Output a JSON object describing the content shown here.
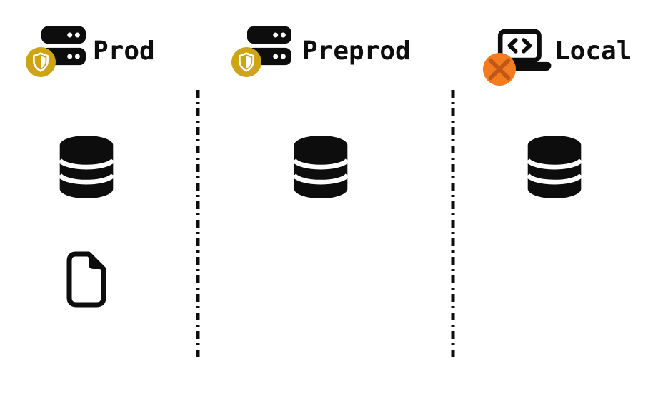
{
  "diagram": {
    "title": "environment-architecture-diagram",
    "environments": [
      {
        "label": "Prod",
        "host_icon": "server-icon",
        "badge_icon": "shield-badge-icon",
        "components": [
          "database-icon",
          "file-icon"
        ]
      },
      {
        "label": "Preprod",
        "host_icon": "server-icon",
        "badge_icon": "shield-badge-icon",
        "components": [
          "database-icon"
        ]
      },
      {
        "label": "Local",
        "host_icon": "laptop-code-icon",
        "badge_icon": "no-access-badge-icon",
        "components": [
          "database-icon"
        ]
      }
    ],
    "colors": {
      "icon_black": "#0d0d0d",
      "shield_gold": "#CDA514",
      "badge_orange": "#F47C20",
      "badge_orange_dark": "#C05717",
      "background": "#ffffff"
    }
  }
}
